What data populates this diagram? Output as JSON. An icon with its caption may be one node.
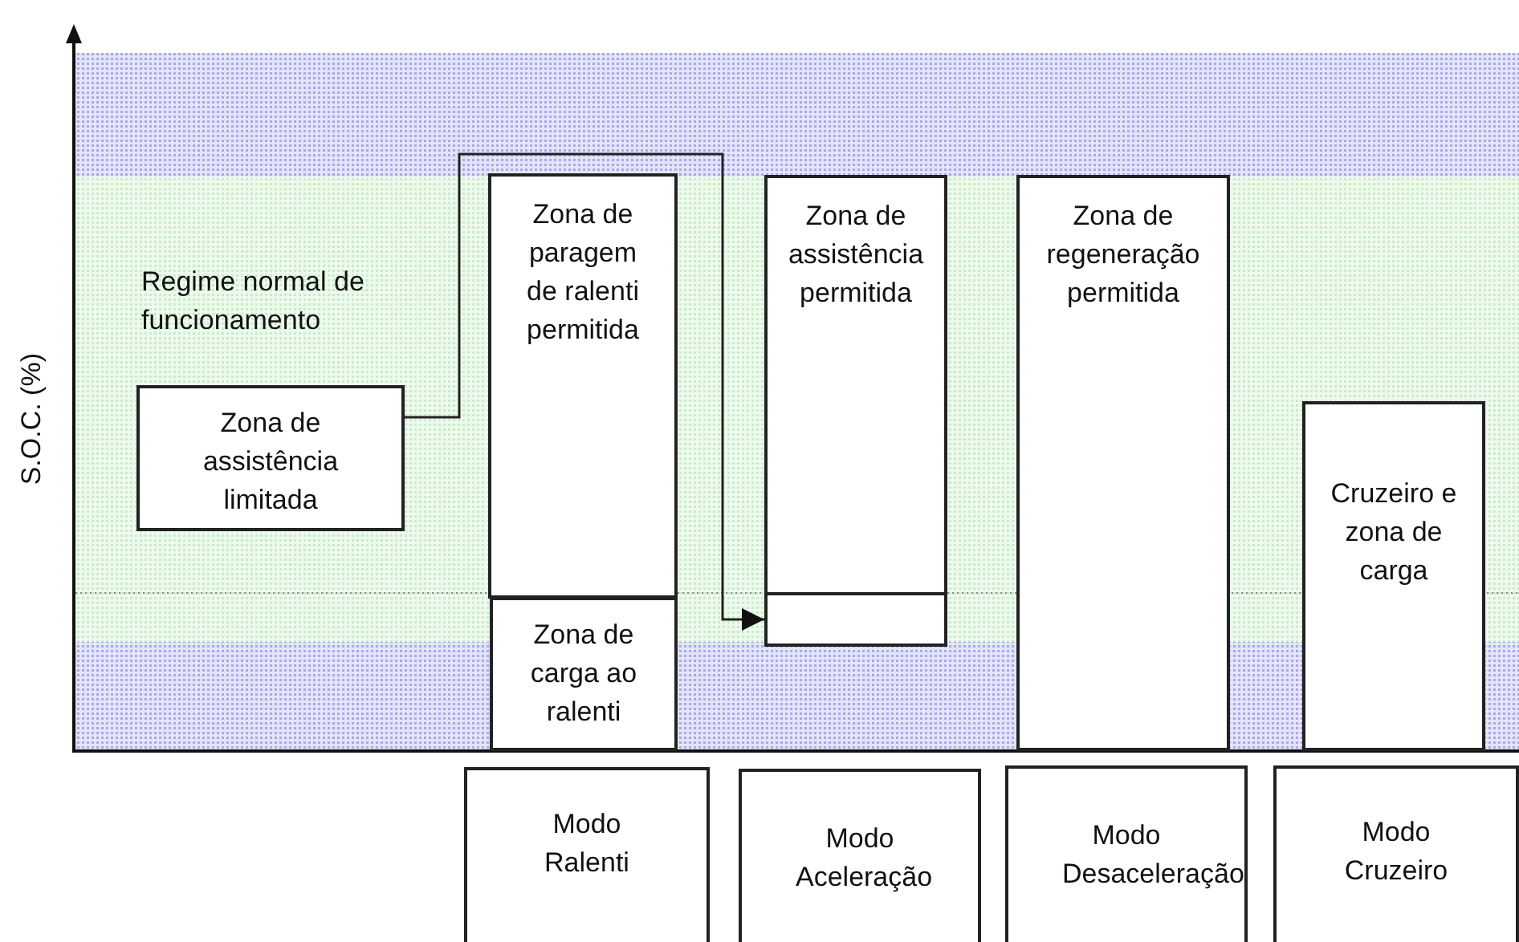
{
  "diagram": {
    "nodes": [
      {
        "text": [
          "Zona de assistência limitada"
        ]
      },
      {
        "text": [
          "Zona de paragem de ralenti permitida"
        ]
      },
      {
        "text": [
          "Zona de carga ao ralenti"
        ]
      },
      {
        "text": [
          "Zona de assistência permitida"
        ]
      },
      {
        "text": [],
        "shape": "box"
      },
      {
        "text": [
          "Zona de regeneração permitida"
        ]
      },
      {
        "text": [
          "Cruzeiro e zona de carga"
        ]
      },
      {
        "text": [
          "Modo Ralenti"
        ]
      },
      {
        "text": [
          "Modo Aceleração"
        ]
      },
      {
        "text": [
          "Modo Desaceleração"
        ]
      },
      {
        "text": [
          "Modo Cruzeiro"
        ]
      }
    ],
    "edges": [
      {
        "from": 0,
        "to": 4,
        "arrow": "to"
      }
    ],
    "labels": [
      "S.O.C. (%)",
      "Regime normal de funcionamento"
    ]
  }
}
